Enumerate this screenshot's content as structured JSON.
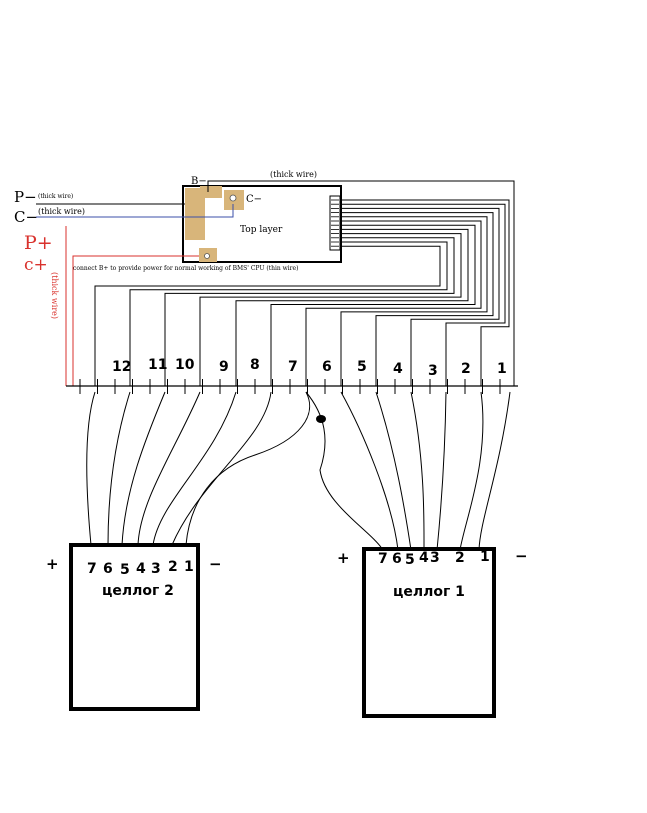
{
  "board": {
    "title": "Top layer",
    "b_minus": "B−",
    "c_minus_pad": "C−",
    "thick_wire_top": "(thick wire)",
    "connect_note": "connect B+ to provide power for normal working of BMS' CPU (thin wire)"
  },
  "left_labels": {
    "p_minus": "P−",
    "p_minus_note": "(thick wire)",
    "c_minus": "C−",
    "c_minus_note": "(thick wire)",
    "p_plus": "P+",
    "c_plus": "c+",
    "vertical_note": "(thick wire)"
  },
  "taps": [
    "12",
    "11",
    "10",
    "9",
    "8",
    "7",
    "6",
    "5",
    "4",
    "3",
    "2",
    "1"
  ],
  "pack2": {
    "name": "целлог 2",
    "plus": "+",
    "minus": "−",
    "pins": [
      "7",
      "6",
      "5",
      "4",
      "3",
      "2",
      "1"
    ]
  },
  "pack1": {
    "name": "целлог 1",
    "plus": "+",
    "minus": "−",
    "pins": [
      "7",
      "6",
      "5",
      "4",
      "3",
      "2",
      "1"
    ]
  },
  "colors": {
    "red_wire": "#d9322d",
    "blue_wire": "#3b4fa8",
    "pad": "#d8b57a",
    "ink": "#000000"
  }
}
